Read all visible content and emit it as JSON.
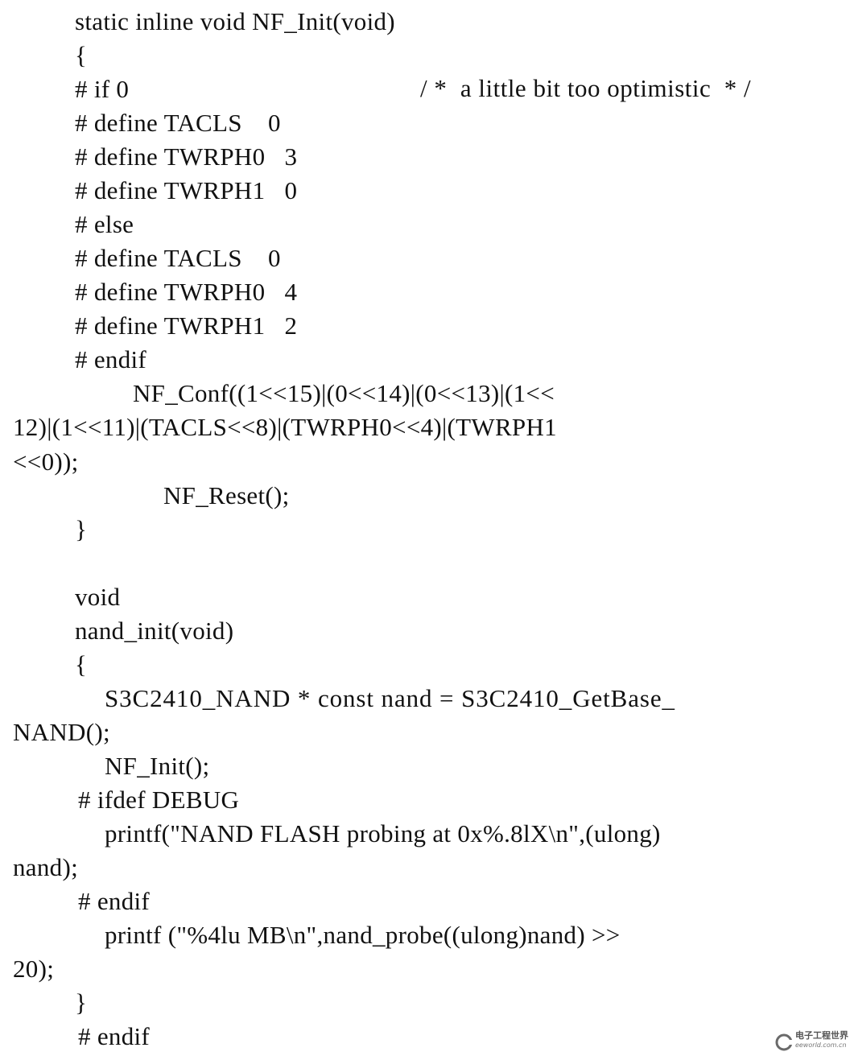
{
  "code": {
    "lines": [
      "static inline void NF_Init(void)",
      "{",
      "# if 0",
      "# define TACLS    0",
      "# define TWRPH0   3",
      "# define TWRPH1   0",
      "# else",
      "# define TACLS    0",
      "# define TWRPH0   4",
      "# define TWRPH1   2",
      "# endif",
      "NF_Conf((1<<15)|(0<<14)|(0<<13)|(1<<",
      "12)|(1<<11)|(TACLS<<8)|(TWRPH0<<4)|(TWRPH1",
      "<<0));",
      "NF_Reset();",
      "}",
      "void",
      "nand_init(void)",
      "{",
      "S3C2410_NAND * const nand = S3C2410_GetBase_",
      "NAND();",
      "NF_Init();",
      "# ifdef DEBUG",
      "printf(\"NAND FLASH probing at 0x%.8lX\\n\",(ulong)",
      "nand);",
      "# endif",
      "printf (\"%4lu MB\\n\",nand_probe((ulong)nand) >>",
      "20);",
      "}",
      "# endif"
    ],
    "comment": "/ *  a little bit too optimistic  * /"
  },
  "watermark": {
    "title": "电子工程世界",
    "url": "eeworld.com.cn",
    "logo_icon": "eeworld-logo-icon",
    "logo_color": "#6a6a6a"
  }
}
